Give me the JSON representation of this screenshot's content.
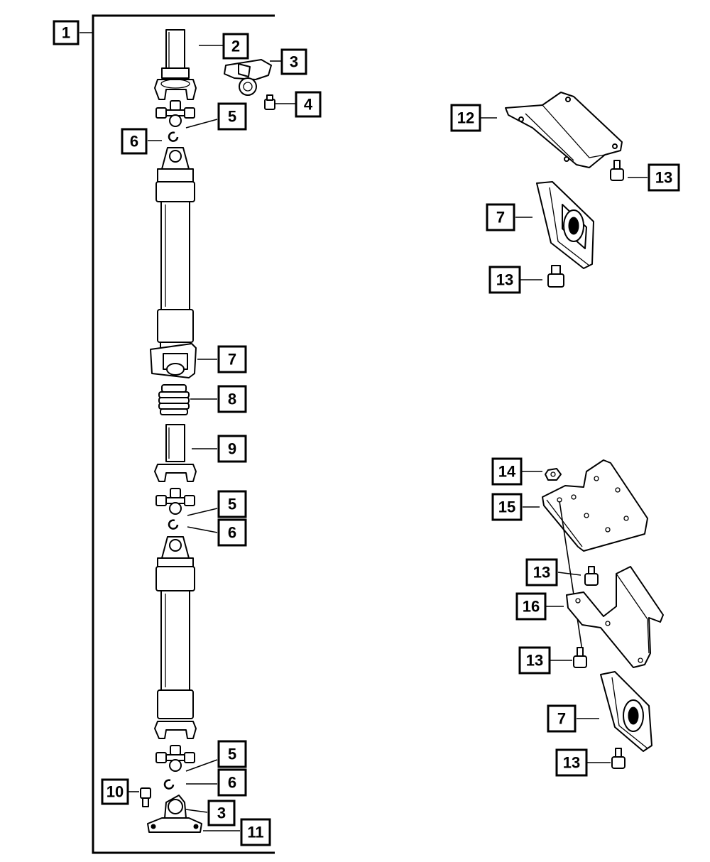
{
  "diagram": {
    "callouts": [
      {
        "id": "c-1",
        "label": "1"
      },
      {
        "id": "c-2",
        "label": "2"
      },
      {
        "id": "c-3a",
        "label": "3"
      },
      {
        "id": "c-4",
        "label": "4"
      },
      {
        "id": "c-5a",
        "label": "5"
      },
      {
        "id": "c-6a",
        "label": "6"
      },
      {
        "id": "c-7a",
        "label": "7"
      },
      {
        "id": "c-8",
        "label": "8"
      },
      {
        "id": "c-9",
        "label": "9"
      },
      {
        "id": "c-5b",
        "label": "5"
      },
      {
        "id": "c-6b",
        "label": "6"
      },
      {
        "id": "c-5c",
        "label": "5"
      },
      {
        "id": "c-6c",
        "label": "6"
      },
      {
        "id": "c-10",
        "label": "10"
      },
      {
        "id": "c-3b",
        "label": "3"
      },
      {
        "id": "c-11",
        "label": "11"
      },
      {
        "id": "c-12",
        "label": "12"
      },
      {
        "id": "c-13a",
        "label": "13"
      },
      {
        "id": "c-7b",
        "label": "7"
      },
      {
        "id": "c-13b",
        "label": "13"
      },
      {
        "id": "c-14",
        "label": "14"
      },
      {
        "id": "c-15",
        "label": "15"
      },
      {
        "id": "c-13c",
        "label": "13"
      },
      {
        "id": "c-16",
        "label": "16"
      },
      {
        "id": "c-13d",
        "label": "13"
      },
      {
        "id": "c-7c",
        "label": "7"
      },
      {
        "id": "c-13e",
        "label": "13"
      }
    ]
  }
}
